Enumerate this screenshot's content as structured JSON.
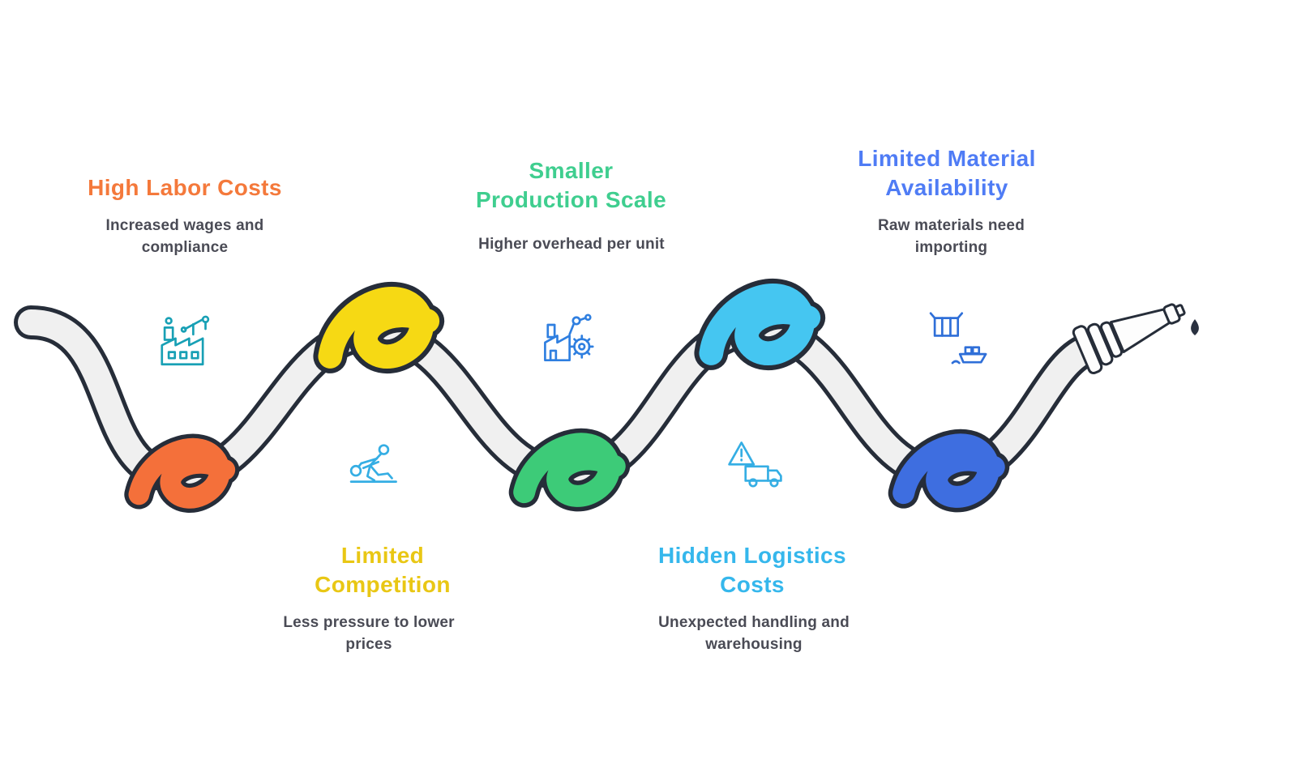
{
  "items": [
    {
      "title": "High Labor Costs",
      "subtitle": "Increased wages and compliance",
      "title_color": "#F4793B",
      "knot_color": "#F4703A",
      "icon": "factory-icon",
      "icon_color": "#18A0B5"
    },
    {
      "title": "Limited Competition",
      "subtitle": "Less pressure to lower prices",
      "title_color": "#E9C714",
      "knot_color": "#F6D914",
      "icon": "person-pulling-icon",
      "icon_color": "#35AEE4"
    },
    {
      "title": "Smaller Production Scale",
      "subtitle": "Higher overhead per unit",
      "title_color": "#3FCE8F",
      "knot_color": "#3DCB78",
      "icon": "factory-gear-icon",
      "icon_color": "#2F7FE0"
    },
    {
      "title": "Hidden Logistics Costs",
      "subtitle": "Unexpected handling and warehousing",
      "title_color": "#35B7EC",
      "knot_color": "#45C6F1",
      "icon": "truck-warning-icon",
      "icon_color": "#35AEE4"
    },
    {
      "title": "Limited Material Availability",
      "subtitle": "Raw materials need importing",
      "title_color": "#4F7CF5",
      "knot_color": "#3E6EE0",
      "icon": "container-ship-icon",
      "icon_color": "#2F6FD8"
    }
  ],
  "rope": {
    "fill_color": "#F0F0F0",
    "outline_color": "#262D39"
  },
  "subtitle_color": "#4A4B55",
  "background_color": "#FFFFFF"
}
